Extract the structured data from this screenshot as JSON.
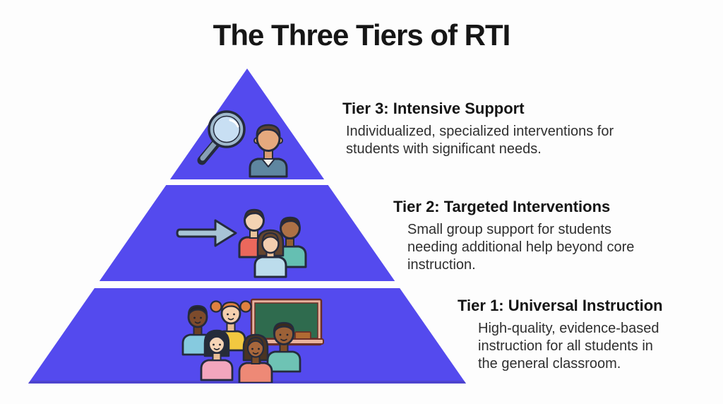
{
  "title": "The Three Tiers of RTI",
  "colors": {
    "background": "#fdfdfd",
    "pyramid": "#544AEE",
    "heading_text": "#151515",
    "body_text": "#2f2f2f",
    "icon_outline": "#252B3D",
    "chalkboard_green": "#2F6B4E"
  },
  "tiers": [
    {
      "id": "tier-3",
      "heading": "Tier 3: Intensive Support",
      "body": "Individualized, specialized interventions for\nstudents with significant needs.",
      "icon": "magnifier-and-student-icon"
    },
    {
      "id": "tier-2",
      "heading": "Tier 2: Targeted Interventions",
      "body": "Small group support for students\nneeding additional help beyond core\ninstruction.",
      "icon": "arrow-to-small-group-icon"
    },
    {
      "id": "tier-1",
      "heading": "Tier 1: Universal Instruction",
      "body": "High-quality, evidence-based\ninstruction for all students in\nthe general classroom.",
      "icon": "classroom-students-chalkboard-icon"
    }
  ]
}
